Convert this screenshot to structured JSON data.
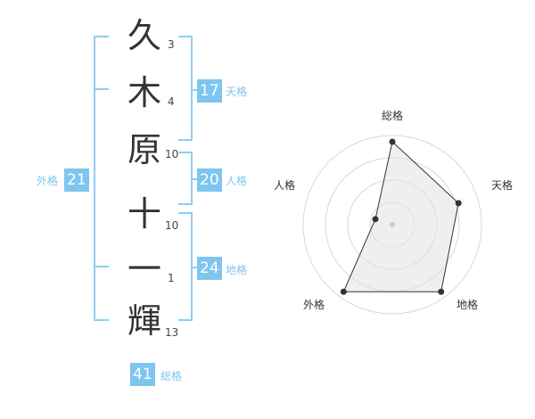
{
  "name_chars": [
    {
      "char": "久",
      "strokes": "3"
    },
    {
      "char": "木",
      "strokes": "4"
    },
    {
      "char": "原",
      "strokes": "10"
    },
    {
      "char": "十",
      "strokes": "10"
    },
    {
      "char": "一",
      "strokes": "1"
    },
    {
      "char": "輝",
      "strokes": "13"
    }
  ],
  "scores": {
    "tenkaku": {
      "value": "17",
      "label": "天格"
    },
    "jinkaku": {
      "value": "20",
      "label": "人格"
    },
    "chikaku": {
      "value": "24",
      "label": "地格"
    },
    "gaikaku": {
      "value": "21",
      "label": "外格"
    },
    "soukaku": {
      "value": "41",
      "label": "総格"
    }
  },
  "colors": {
    "accent": "#7ec5f0",
    "bracket": "#8fcdf2",
    "text": "#333333",
    "radar_fill": "#f0f0f0",
    "radar_ring": "#d8d8d8"
  },
  "chart_data": {
    "type": "radar",
    "axes": [
      "総格",
      "天格",
      "地格",
      "外格",
      "人格"
    ],
    "values": [
      0.93,
      0.78,
      0.93,
      0.93,
      0.2
    ],
    "rings": 4
  }
}
